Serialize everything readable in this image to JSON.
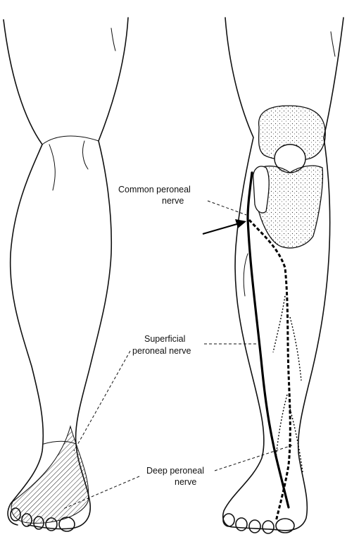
{
  "labels": {
    "common": [
      "Common peroneal",
      "nerve"
    ],
    "superficial": [
      "Superficial",
      "peroneal nerve"
    ],
    "deep": [
      "Deep peroneal",
      "nerve"
    ]
  },
  "colors": {
    "ink": "#111111",
    "background": "#ffffff",
    "hatch": "#222222"
  }
}
